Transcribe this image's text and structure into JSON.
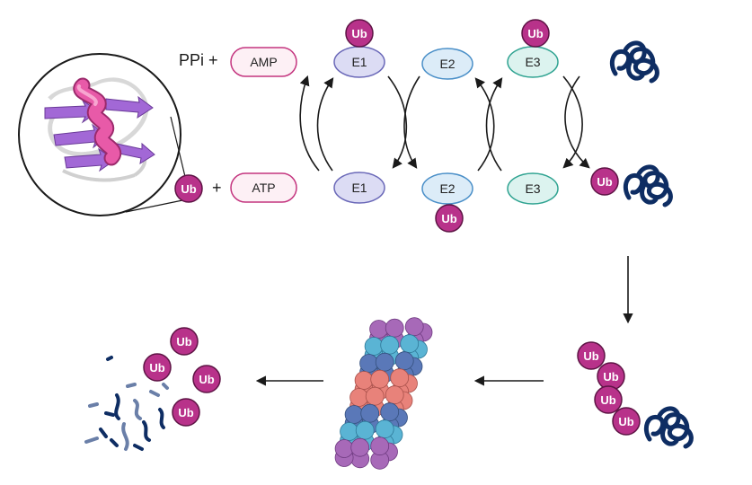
{
  "labels": {
    "ppi_plus": "PPi +",
    "plus": "+",
    "amp": "AMP",
    "atp": "ATP",
    "e1": "E1",
    "e2": "E2",
    "e3": "E3",
    "ub": "Ub"
  },
  "colors": {
    "ub_fill": "#b8328a",
    "ub_stroke": "#5e1445",
    "pill_stroke": "#c4357f",
    "pill_fill": "#fdf0f5",
    "e1_fill": "#dcdcf4",
    "e1_stroke": "#6a68b8",
    "e2_fill": "#dcecf8",
    "e2_stroke": "#4a8fc8",
    "e3_fill": "#dcf3ef",
    "e3_stroke": "#2fa391",
    "substrate": "#0e2d63",
    "helix": "#e85aa8",
    "sheet": "#a268d6",
    "proteasome_purple": "#a769b8",
    "proteasome_cyan": "#5ab4d4",
    "proteasome_blue": "#5a78b8",
    "proteasome_salmon": "#e8827a"
  },
  "icons": {
    "ubiquitin_structure": "ubiquitin-ribbon-icon",
    "substrate_protein": "protein-coil-icon",
    "proteasome": "proteasome-icon",
    "peptide_fragments": "peptide-fragments-icon"
  }
}
